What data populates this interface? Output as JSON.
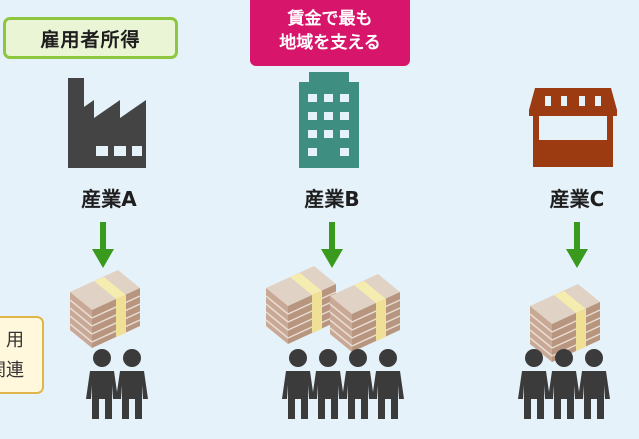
{
  "labels": {
    "employee_income": "雇用者所得",
    "highlight_line1": "賃金で最も",
    "highlight_line2": "地域を支える"
  },
  "industries": [
    {
      "name": "産業A",
      "icon": "factory-icon",
      "money_stacks": 1,
      "workers": 2
    },
    {
      "name": "産業B",
      "icon": "office-building-icon",
      "money_stacks": 2,
      "workers": 4
    },
    {
      "name": "産業C",
      "icon": "shop-icon",
      "money_stacks": 1,
      "workers": 3
    }
  ],
  "side_note": {
    "line1": "用",
    "line2": "関連"
  },
  "colors": {
    "background": "#e6f2f9",
    "green_arrow": "#3a9a1e",
    "pink_badge": "#d6156b",
    "factory": "#444444",
    "building": "#3f8e82",
    "shop": "#9c3a12",
    "people": "#3b3b3b"
  }
}
